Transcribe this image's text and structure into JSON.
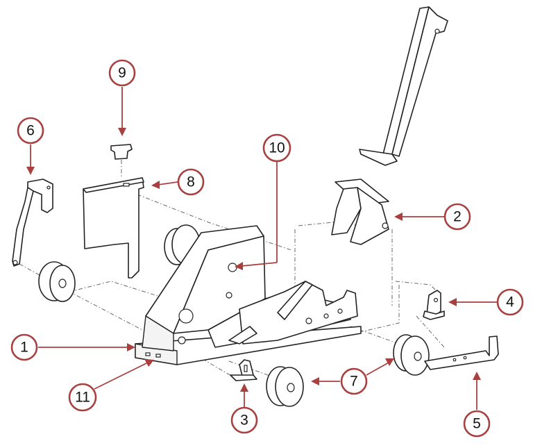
{
  "callouts": [
    {
      "id": "1",
      "label": "1"
    },
    {
      "id": "2",
      "label": "2"
    },
    {
      "id": "3",
      "label": "3"
    },
    {
      "id": "4",
      "label": "4"
    },
    {
      "id": "5",
      "label": "5"
    },
    {
      "id": "6",
      "label": "6"
    },
    {
      "id": "7",
      "label": "7"
    },
    {
      "id": "8",
      "label": "8"
    },
    {
      "id": "9",
      "label": "9"
    },
    {
      "id": "10",
      "label": "10"
    },
    {
      "id": "11",
      "label": "11"
    }
  ],
  "colors": {
    "callout": "#a8403f",
    "line": "#222222",
    "background": "#ffffff"
  }
}
